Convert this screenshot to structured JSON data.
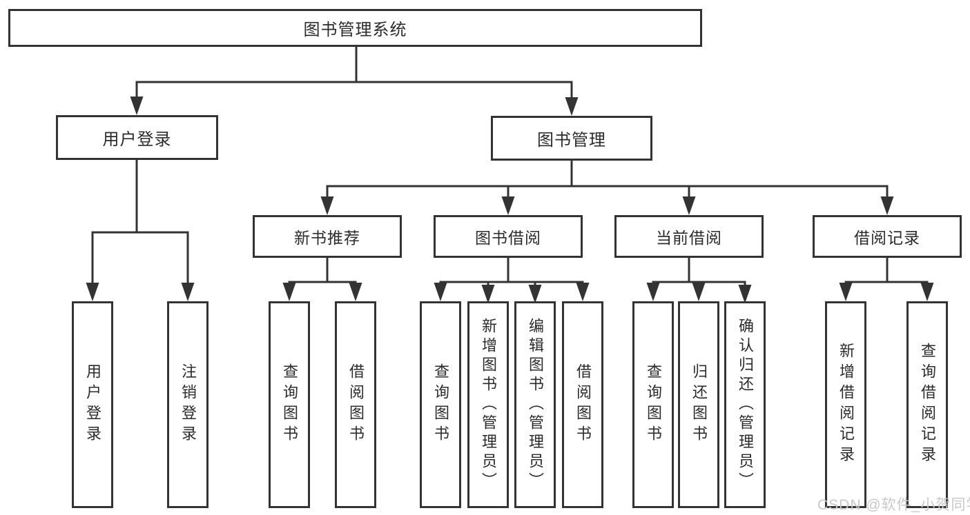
{
  "diagram": {
    "root": "图书管理系统",
    "branches": [
      {
        "label": "用户登录",
        "children": [
          "用户登录",
          "注销登录"
        ]
      },
      {
        "label": "图书管理",
        "sections": [
          {
            "label": "新书推荐",
            "children": [
              "查询图书",
              "借阅图书"
            ]
          },
          {
            "label": "图书借阅",
            "children": [
              "查询图书",
              "新增图书（管理员）",
              "编辑图书（管理员）",
              "借阅图书"
            ]
          },
          {
            "label": "当前借阅",
            "children": [
              "查询图书",
              "归还图书",
              "确认归还（管理员）"
            ]
          },
          {
            "label": "借阅记录",
            "children": [
              "新增借阅记录",
              "查询借阅记录"
            ]
          }
        ]
      }
    ]
  },
  "watermark": "CSDN @软件_小贺同学",
  "colors": {
    "line": "#333333",
    "box_border": "#333333",
    "text": "#2b2b2b",
    "watermark": "#c8c8c8",
    "background": "#ffffff"
  }
}
